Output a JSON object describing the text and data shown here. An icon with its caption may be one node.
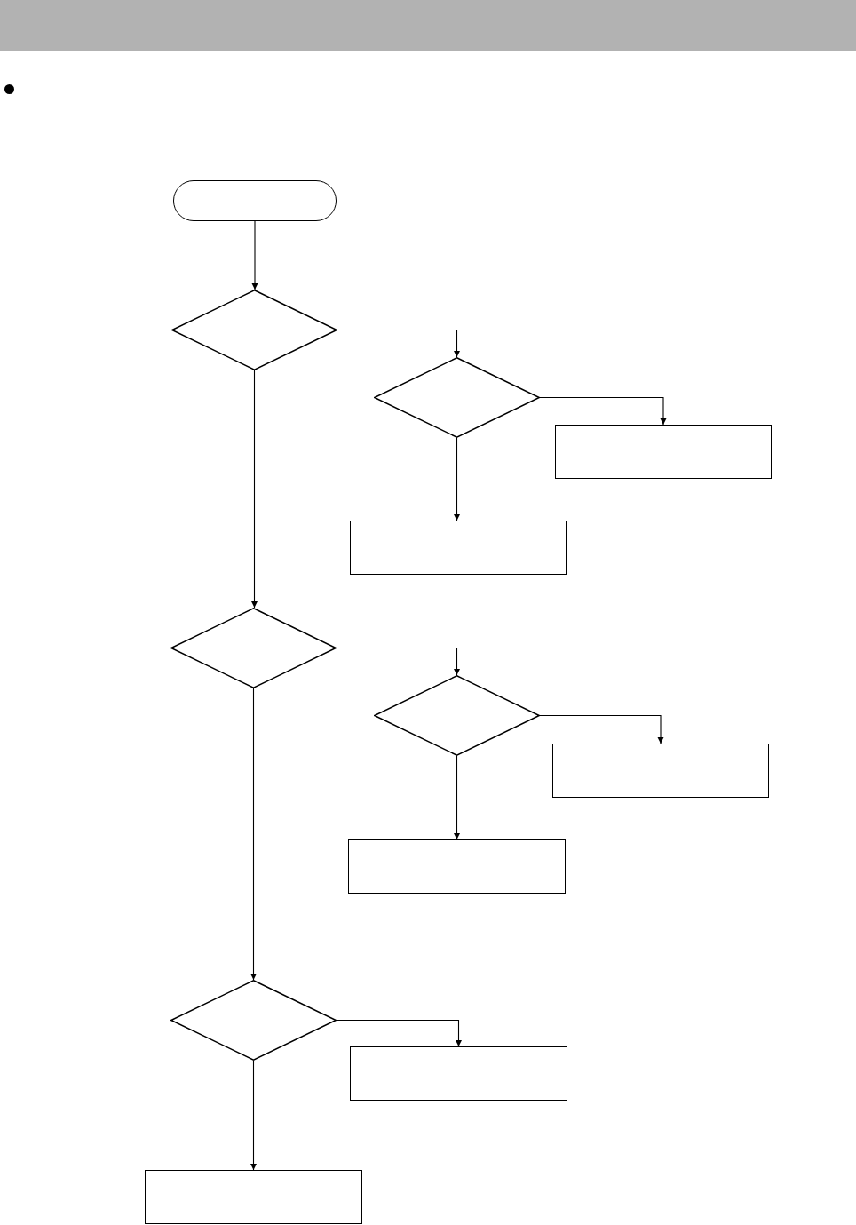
{
  "diagram": {
    "nodes": [
      {
        "text": [],
        "shape": "pill"
      },
      {
        "text": [],
        "shape": "diamond"
      },
      {
        "text": [],
        "shape": "diamond"
      },
      {
        "text": [],
        "shape": "box"
      },
      {
        "text": [],
        "shape": "box"
      },
      {
        "text": [],
        "shape": "diamond"
      },
      {
        "text": [],
        "shape": "diamond"
      },
      {
        "text": [],
        "shape": "box"
      },
      {
        "text": [],
        "shape": "box"
      },
      {
        "text": [],
        "shape": "diamond"
      },
      {
        "text": [],
        "shape": "box"
      },
      {
        "text": [],
        "shape": "box"
      }
    ],
    "edges": [
      {
        "from": 0,
        "to": 1,
        "arrow": "to"
      },
      {
        "from": 1,
        "to": 2,
        "arrow": "to"
      },
      {
        "from": 2,
        "to": 3,
        "arrow": "to"
      },
      {
        "from": 2,
        "to": 4,
        "arrow": "to"
      },
      {
        "from": 1,
        "to": 5,
        "arrow": "to"
      },
      {
        "from": 5,
        "to": 6,
        "arrow": "to"
      },
      {
        "from": 6,
        "to": 7,
        "arrow": "to"
      },
      {
        "from": 6,
        "to": 8,
        "arrow": "to"
      },
      {
        "from": 5,
        "to": 9,
        "arrow": "to"
      },
      {
        "from": 9,
        "to": 10,
        "arrow": "to"
      },
      {
        "from": 9,
        "to": 11,
        "arrow": "to"
      }
    ]
  }
}
